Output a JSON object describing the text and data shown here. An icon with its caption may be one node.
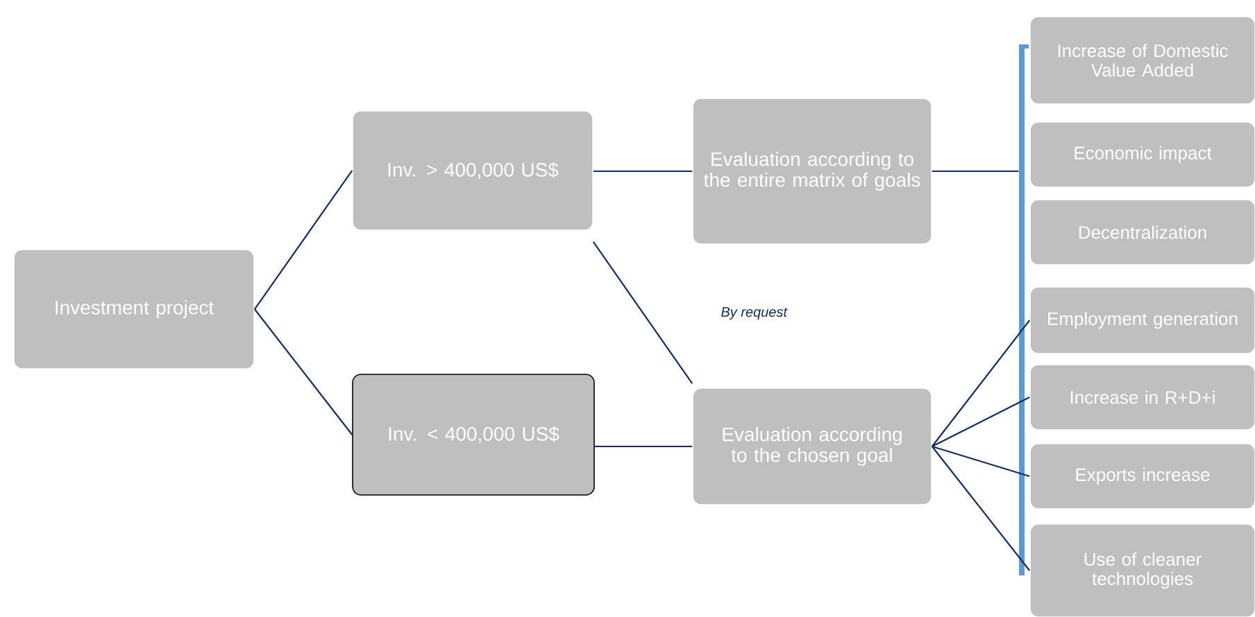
{
  "diagram": {
    "nodes": [
      {
        "text": [
          "Investment project"
        ]
      },
      {
        "text": [
          "Inv. > 400,000 US$"
        ]
      },
      {
        "text": [
          "Inv. < 400,000 US$"
        ]
      },
      {
        "text": [
          "Evaluation according to the entire matrix of goals"
        ]
      },
      {
        "text": [
          "Evaluation according to the chosen goal"
        ]
      },
      {
        "text": [
          "Increase of Domestic Value Added"
        ]
      },
      {
        "text": [
          "Economic impact"
        ]
      },
      {
        "text": [
          "Decentralization"
        ]
      },
      {
        "text": [
          "Employment generation"
        ]
      },
      {
        "text": [
          "Increase in R+D+i"
        ]
      },
      {
        "text": [
          "Exports increase"
        ]
      },
      {
        "text": [
          "Use of cleaner technologies"
        ]
      },
      {
        "text": [],
        "shape": "bar"
      }
    ],
    "edges": [
      {
        "from": 0,
        "to": 1,
        "arrow": "none"
      },
      {
        "from": 0,
        "to": 2,
        "arrow": "none"
      },
      {
        "from": 1,
        "to": 3,
        "arrow": "none"
      },
      {
        "from": 2,
        "to": 4,
        "arrow": "none"
      },
      {
        "from": 1,
        "to": 4,
        "arrow": "none",
        "label": "By request"
      },
      {
        "from": 3,
        "to": 12,
        "arrow": "none"
      },
      {
        "from": 4,
        "to": 8,
        "arrow": "none"
      },
      {
        "from": 4,
        "to": 9,
        "arrow": "none"
      },
      {
        "from": 4,
        "to": 10,
        "arrow": "none"
      },
      {
        "from": 4,
        "to": 11,
        "arrow": "none"
      }
    ]
  }
}
